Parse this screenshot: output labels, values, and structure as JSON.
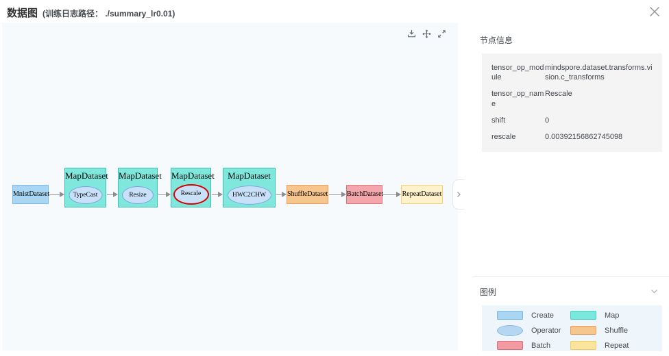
{
  "header": {
    "title": "数据图",
    "subtitle": "(训练日志路径： ./summary_lr0.01)"
  },
  "graph_toolbar": {
    "icons": [
      "download-image",
      "fit-screen",
      "fullscreen"
    ]
  },
  "graph": {
    "type": "dataset-pipeline",
    "nodes": [
      {
        "label": "MnistDataset",
        "type": "create"
      },
      {
        "label": "MapDataset",
        "op": "TypeCast",
        "type": "map"
      },
      {
        "label": "MapDataset",
        "op": "Resize",
        "type": "map"
      },
      {
        "label": "MapDataset",
        "op": "Rescale",
        "type": "map",
        "selected": true
      },
      {
        "label": "MapDataset",
        "op": "HWC2CHW",
        "type": "map"
      },
      {
        "label": "ShuffleDataset",
        "type": "shuffle"
      },
      {
        "label": "BatchDataset",
        "type": "batch"
      },
      {
        "label": "RepeatDataset",
        "type": "repeat"
      }
    ],
    "edges": [
      [
        "MnistDataset",
        "MapDataset/TypeCast"
      ],
      [
        "MapDataset/TypeCast",
        "MapDataset/Resize"
      ],
      [
        "MapDataset/Resize",
        "MapDataset/Rescale"
      ],
      [
        "MapDataset/Rescale",
        "MapDataset/HWC2CHW"
      ],
      [
        "MapDataset/HWC2CHW",
        "ShuffleDataset"
      ],
      [
        "ShuffleDataset",
        "BatchDataset"
      ],
      [
        "BatchDataset",
        "RepeatDataset"
      ]
    ]
  },
  "node_info": {
    "title": "节点信息",
    "rows": [
      {
        "key": "tensor_op_module",
        "value": "mindspore.dataset.transforms.vision.c_transforms"
      },
      {
        "key": "tensor_op_name",
        "value": "Rescale"
      },
      {
        "key": "shift",
        "value": "0"
      },
      {
        "key": "rescale",
        "value": "0.00392156862745098"
      }
    ]
  },
  "legend": {
    "title": "图例",
    "items": [
      {
        "label": "Create",
        "shape": "rect",
        "fill": "#a9d6f2",
        "border": "#7cb8e8"
      },
      {
        "label": "Map",
        "shape": "rect",
        "fill": "#7be8dd",
        "border": "#45cec2"
      },
      {
        "label": "Operator",
        "shape": "ellipse",
        "fill": "#b6d7f2",
        "border": "#85b7e4"
      },
      {
        "label": "Shuffle",
        "shape": "rect",
        "fill": "#f7c68f",
        "border": "#ee9c58"
      },
      {
        "label": "Batch",
        "shape": "rect",
        "fill": "#f29aa2",
        "border": "#e2707c"
      },
      {
        "label": "Repeat",
        "shape": "rect",
        "fill": "#fae49e",
        "border": "#eecf60"
      }
    ]
  },
  "colors": {
    "selected_ring": "#d40000",
    "graph_bg": "#f6fafd",
    "edge": "#999999",
    "info_bg": "#f4f4f5",
    "legend_bg": "#eef6fc"
  }
}
